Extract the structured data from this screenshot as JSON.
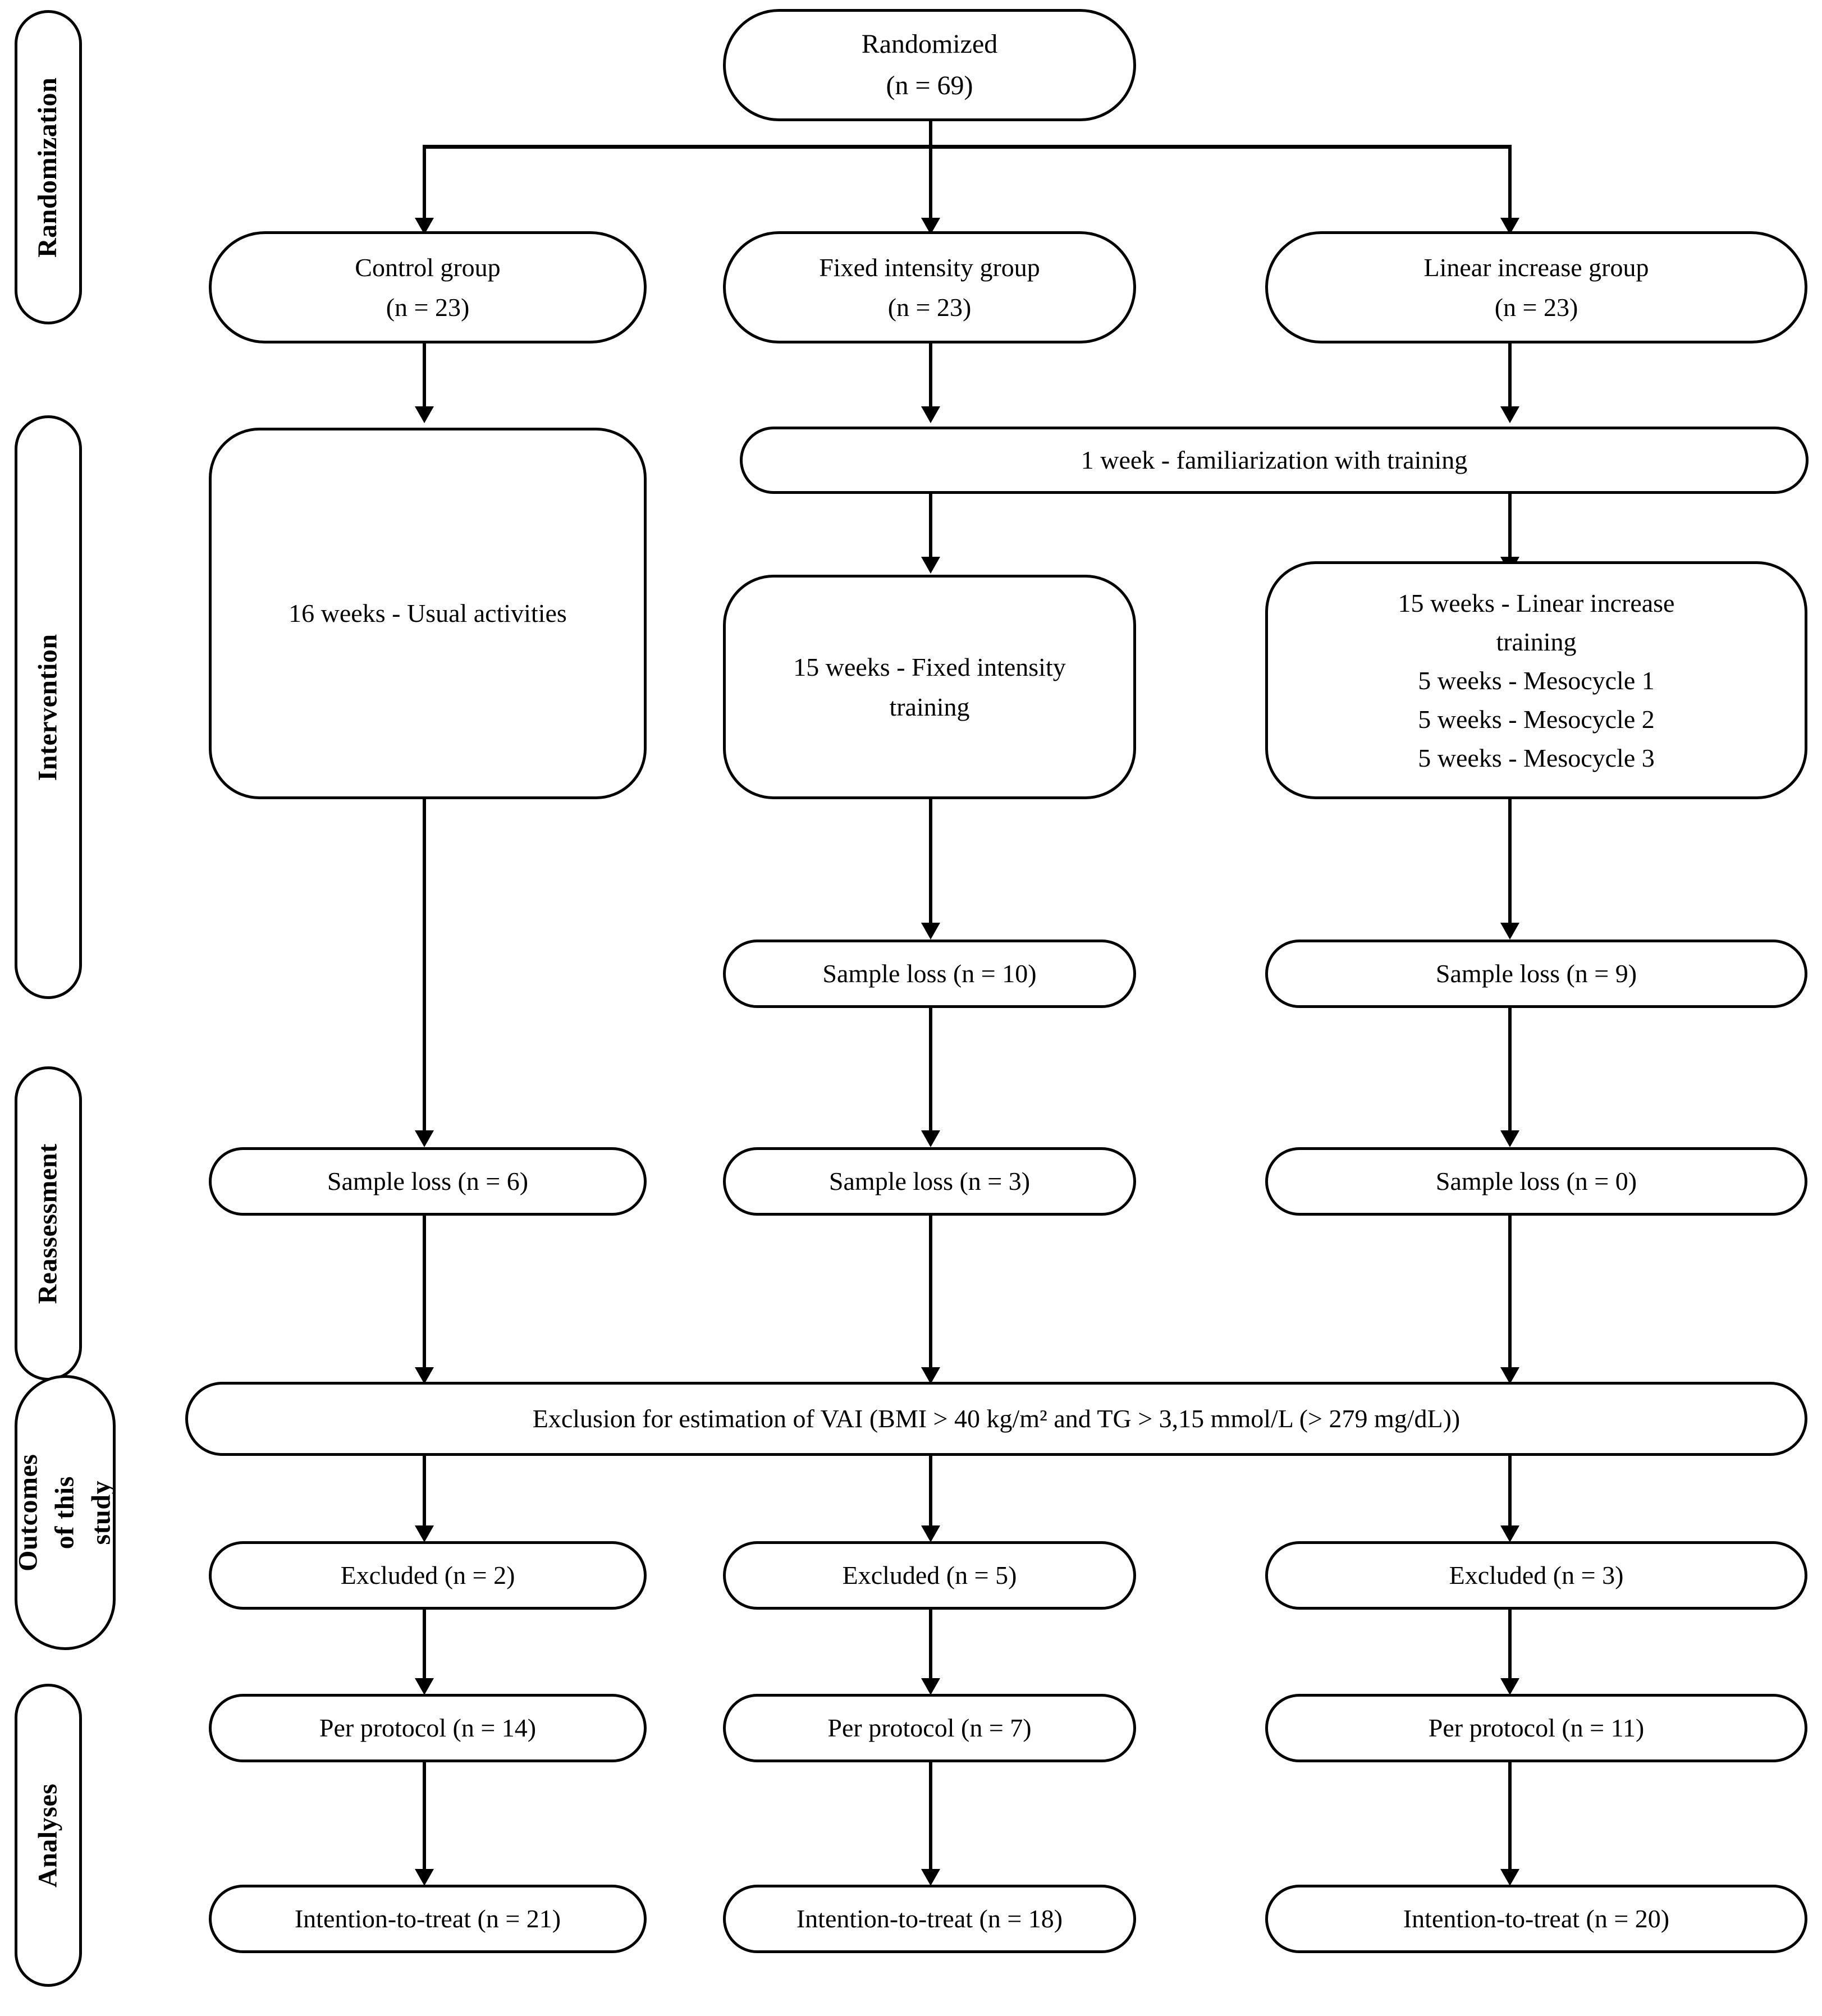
{
  "diagram": {
    "type": "consort-flow-diagram",
    "title": "",
    "stage_labels": [
      {
        "id": "randomization",
        "text": "Randomization"
      },
      {
        "id": "intervention",
        "text": "Intervention"
      },
      {
        "id": "reassessment",
        "text": "Reassessment"
      },
      {
        "id": "outcomes",
        "line1": "Outcomes of this",
        "line2": "study"
      },
      {
        "id": "analyses",
        "text": "Analyses"
      }
    ],
    "nodes": {
      "randomized": {
        "line1": "Randomized",
        "line2": "(n = 69)"
      },
      "control_group": {
        "line1": "Control group",
        "line2": "(n = 23)"
      },
      "fixed_group": {
        "line1": "Fixed intensity group",
        "line2": "(n = 23)"
      },
      "linear_group": {
        "line1": "Linear increase group",
        "line2": "(n = 23)"
      },
      "familiarization": {
        "text": "1 week - familiarization with training"
      },
      "control_intervention": {
        "text": "16 weeks - Usual activities"
      },
      "fixed_intervention": {
        "line1": "15 weeks - Fixed intensity",
        "line2": "training"
      },
      "linear_intervention": {
        "line1": "15 weeks - Linear increase",
        "line2": "training",
        "line3": "5 weeks - Mesocycle 1",
        "line4": "5 weeks - Mesocycle 2",
        "line5": "5 weeks - Mesocycle 3"
      },
      "loss_fixed_intervention": {
        "text": "Sample loss (n = 10)"
      },
      "loss_linear_intervention": {
        "text": "Sample loss (n = 9)"
      },
      "loss_control_reassess": {
        "text": "Sample loss (n = 6)"
      },
      "loss_fixed_reassess": {
        "text": "Sample loss (n = 3)"
      },
      "loss_linear_reassess": {
        "text": "Sample loss (n = 0)"
      },
      "exclusion_vai": {
        "text": "Exclusion for estimation of VAI (BMI > 40 kg/m² and TG > 3,15 mmol/L (> 279 mg/dL))"
      },
      "excluded_control": {
        "text": "Excluded (n = 2)"
      },
      "excluded_fixed": {
        "text": "Excluded (n = 5)"
      },
      "excluded_linear": {
        "text": "Excluded (n = 3)"
      },
      "per_protocol_control": {
        "text": "Per protocol (n = 14)"
      },
      "per_protocol_fixed": {
        "text": "Per protocol (n = 7)"
      },
      "per_protocol_linear": {
        "text": "Per protocol (n = 11)"
      },
      "itt_control": {
        "text": "Intention-to-treat (n = 21)"
      },
      "itt_fixed": {
        "text": "Intention-to-treat (n = 18)"
      },
      "itt_linear": {
        "text": "Intention-to-treat (n = 20)"
      }
    },
    "colors": {
      "stroke": "#000000",
      "fill": "#ffffff",
      "text": "#000000"
    }
  }
}
